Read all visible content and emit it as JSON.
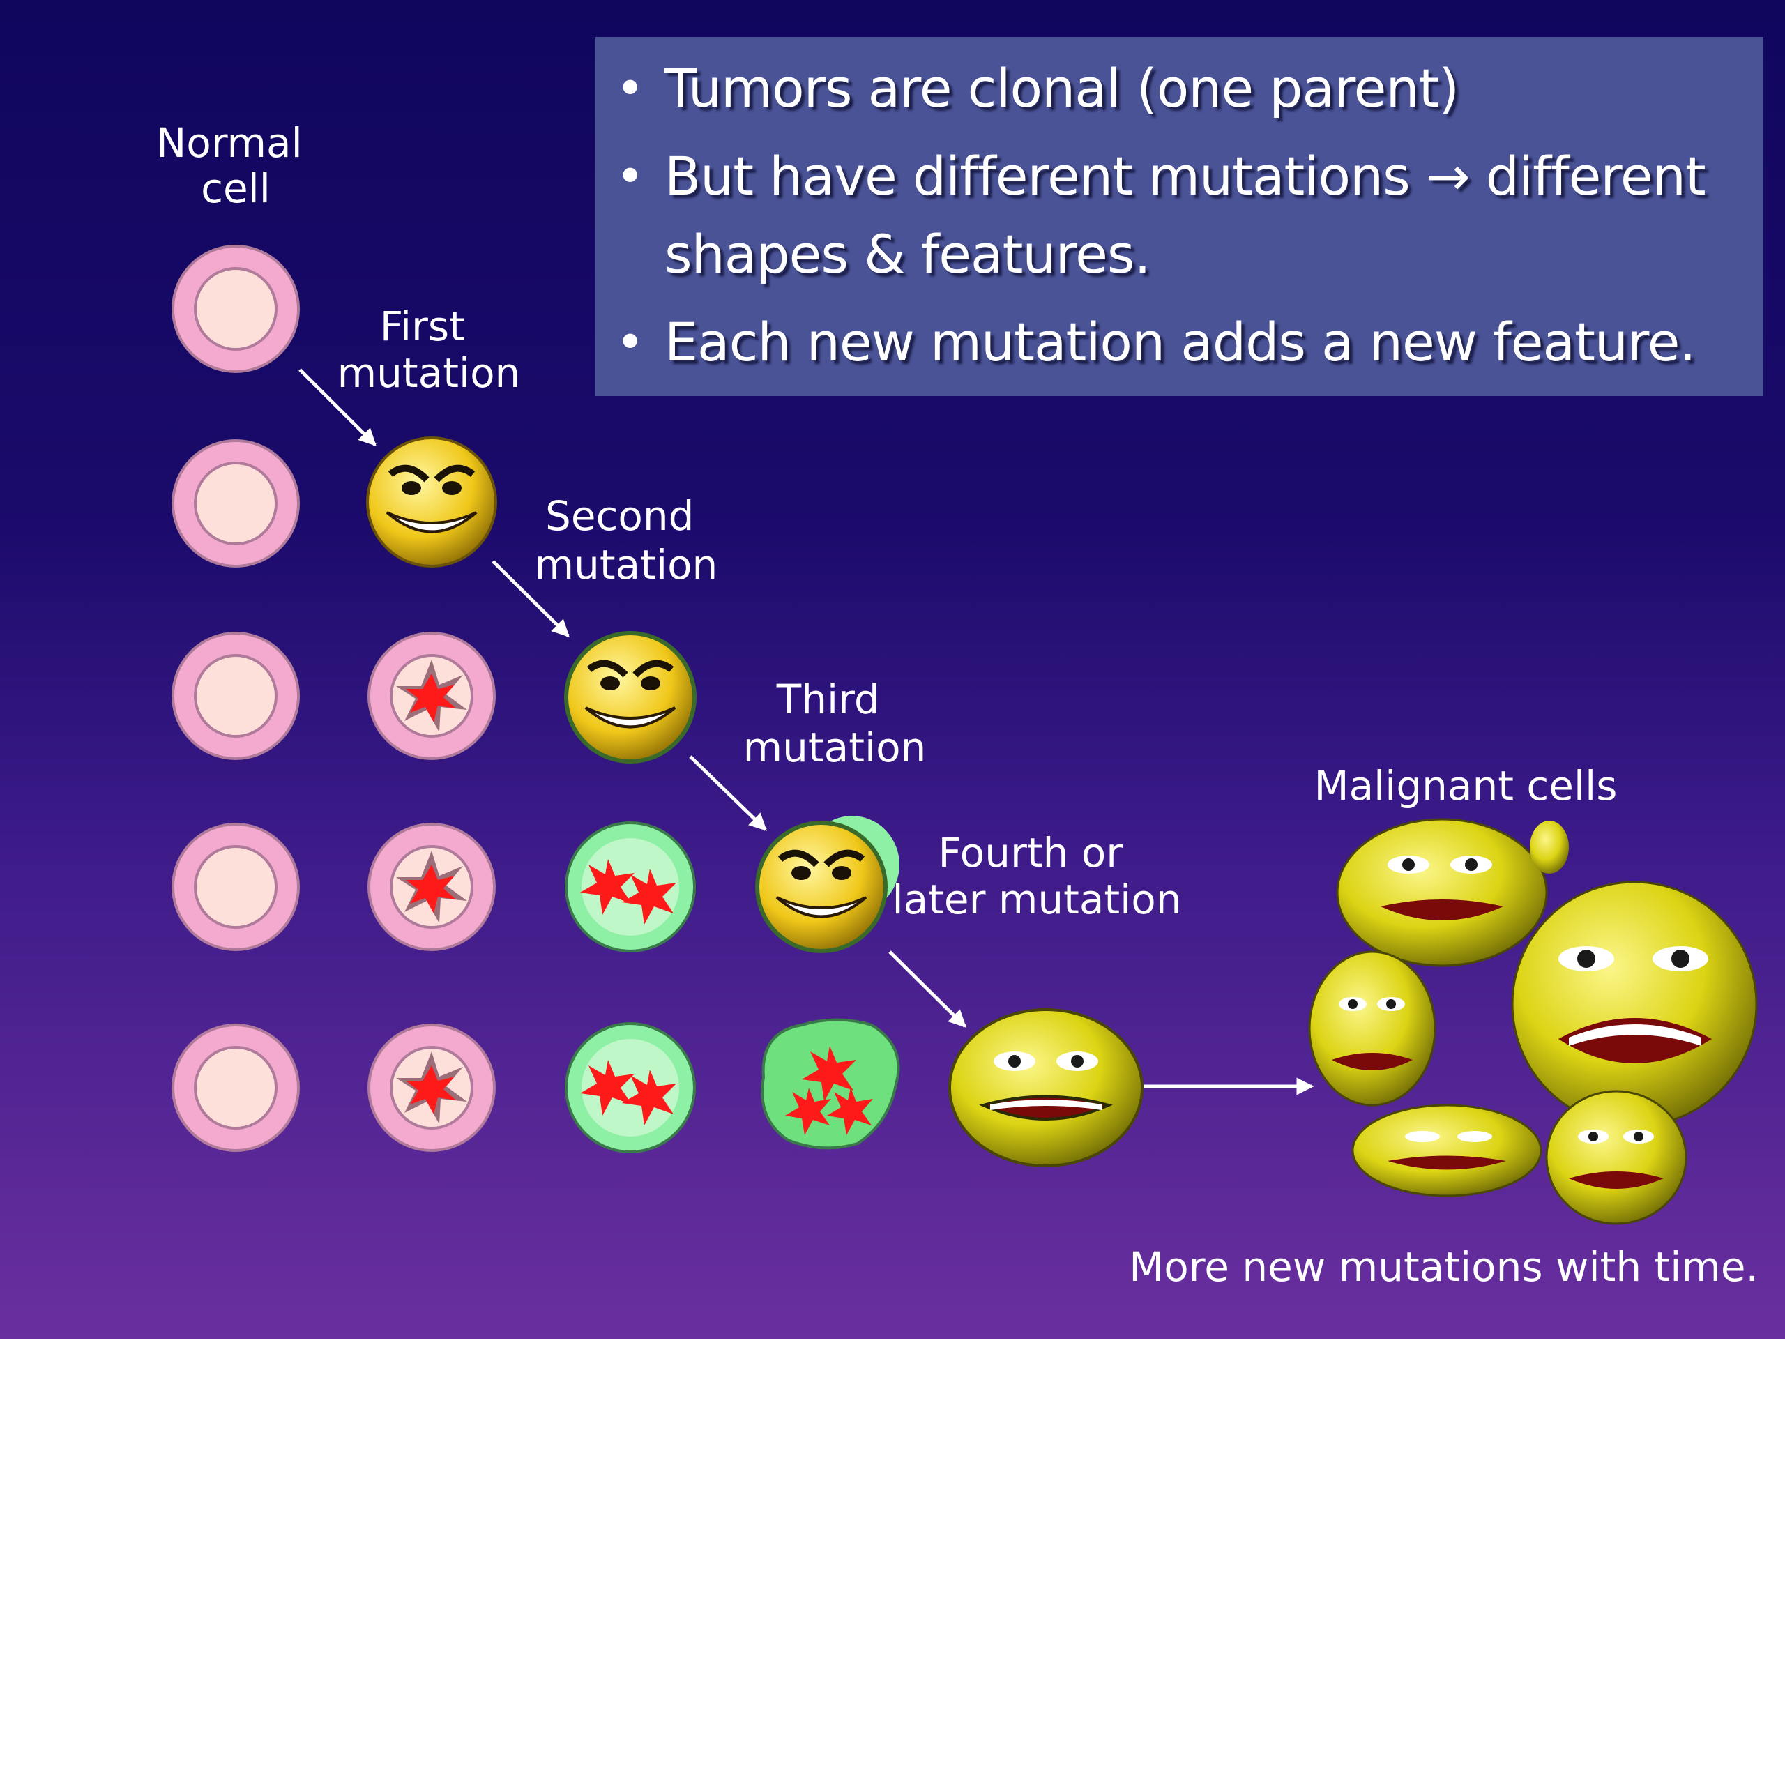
{
  "bullets": [
    "Tumors are clonal (one parent)",
    "But have different mutations → different shapes & features.",
    "Each new mutation adds a new feature."
  ],
  "stage_labels": {
    "normal": [
      "Normal",
      "cell"
    ],
    "first": [
      "First",
      "mutation"
    ],
    "second": [
      "Second",
      "mutation"
    ],
    "third": [
      "Third",
      "mutation"
    ],
    "fourth": [
      "Fourth or",
      "later mutation"
    ]
  },
  "malignant_label": "Malignant cells",
  "caption": "More new mutations with time.",
  "colors": {
    "normal_cell": "#f4a9cf",
    "normal_nucleus": "#fde0da",
    "mutated_cell_green": "#8ef0a4",
    "mutation_star": "#ff1a1a",
    "face_yellow": "#e8e21a",
    "bullet_box": "#4a5396"
  }
}
